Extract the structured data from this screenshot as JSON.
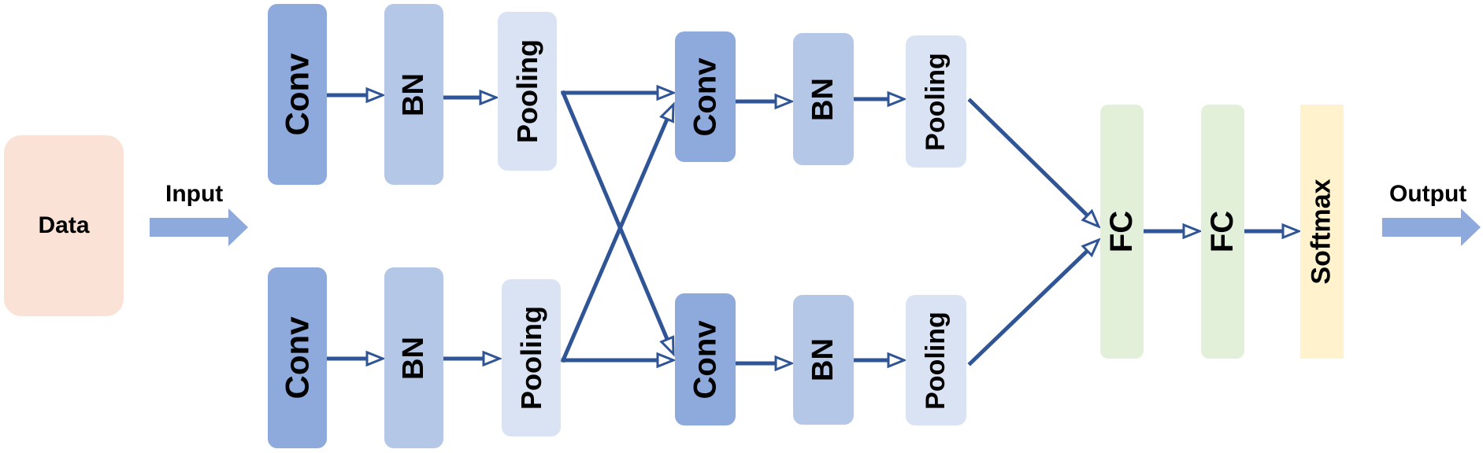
{
  "colors": {
    "data_block": "#fae3d6",
    "conv_block": "#8eaadc",
    "bn_block": "#b4c7e7",
    "pool_block": "#dae3f3",
    "fc_block": "#e2f0d9",
    "softmax_block": "#fff2cc",
    "wide_arrow": "#8eaadc",
    "line_arrow": "#2f5597"
  },
  "labels": {
    "data": "Data",
    "input": "Input",
    "output": "Output",
    "conv": "Conv",
    "bn": "BN",
    "pooling": "Pooling",
    "fc": "FC",
    "softmax": "Softmax"
  }
}
